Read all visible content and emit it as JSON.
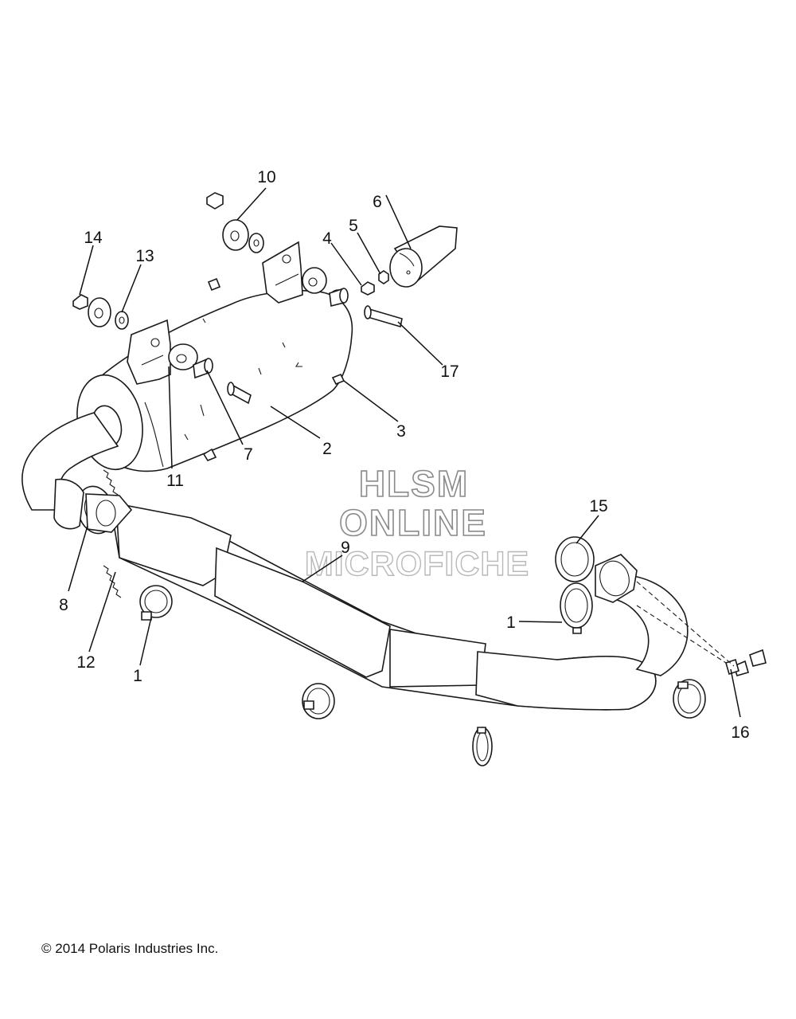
{
  "watermark": {
    "line1": "HLSM",
    "line2": "ONLINE",
    "line3": "MICROFICHE"
  },
  "footer": {
    "copyright": "© 2014 Polaris Industries Inc."
  },
  "callouts": [
    {
      "id": "c10",
      "label": "10"
    },
    {
      "id": "c6",
      "label": "6"
    },
    {
      "id": "c14",
      "label": "14"
    },
    {
      "id": "c13",
      "label": "13"
    },
    {
      "id": "c4",
      "label": "4"
    },
    {
      "id": "c5",
      "label": "5"
    },
    {
      "id": "c17",
      "label": "17"
    },
    {
      "id": "c3",
      "label": "3"
    },
    {
      "id": "c7",
      "label": "7"
    },
    {
      "id": "c2",
      "label": "2"
    },
    {
      "id": "c11",
      "label": "11"
    },
    {
      "id": "c15",
      "label": "15"
    },
    {
      "id": "c9",
      "label": "9"
    },
    {
      "id": "c8",
      "label": "8"
    },
    {
      "id": "c1a",
      "label": "1"
    },
    {
      "id": "c12",
      "label": "12"
    },
    {
      "id": "c1b",
      "label": "1"
    },
    {
      "id": "c16",
      "label": "16"
    }
  ]
}
